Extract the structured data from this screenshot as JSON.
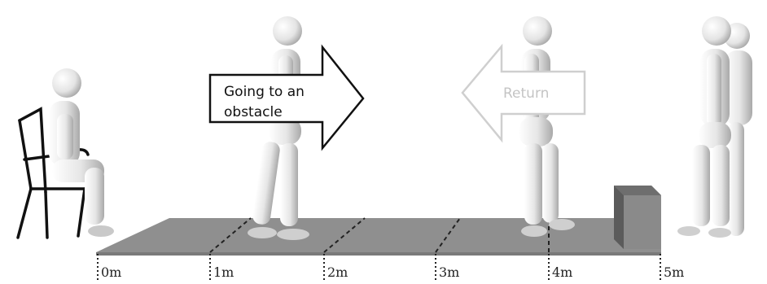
{
  "arrows": {
    "forward": {
      "line1": "Going to an",
      "line2": "obstacle"
    },
    "return": {
      "label": "Return"
    }
  },
  "distance_marks": [
    "0m",
    "1m",
    "2m",
    "3m",
    "4m",
    "5m"
  ],
  "colors": {
    "floor": "#8f8f8f",
    "obstacle_front": "#8a8a8a",
    "obstacle_top": "#6e6e6e",
    "figure_light": "#f2f2f2",
    "figure_shade": "#b8b8b8",
    "return_arrow": "#cfcfcf"
  }
}
